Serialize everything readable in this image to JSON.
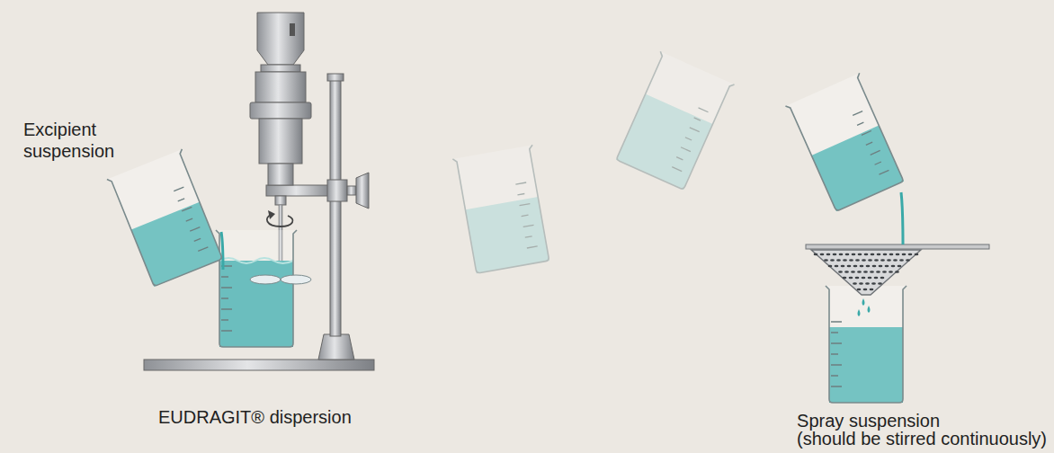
{
  "diagram": {
    "labels": [
      "Excipient suspension",
      "EUDRAGIT® dispersion",
      "Spray suspension",
      "(should be stirred continuously)"
    ]
  }
}
